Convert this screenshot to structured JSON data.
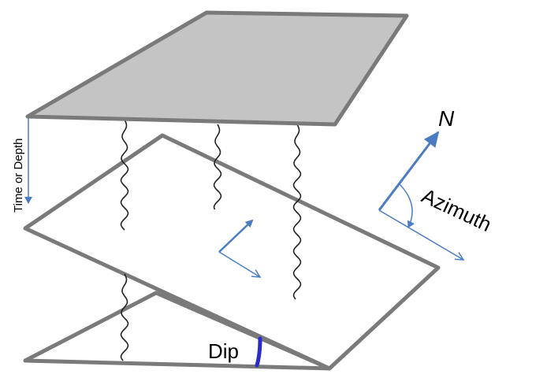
{
  "labels": {
    "time_or_depth": "Time or Depth",
    "north": "N",
    "azimuth": "Azimuth",
    "dip": "Dip"
  },
  "colors": {
    "plane_edge": "#7a7a7a",
    "top_plane_fill": "#c4c4c4",
    "blue_arrow": "#4a7cc1",
    "dip_arc": "#2b2bcc",
    "well_trace": "#222222"
  }
}
